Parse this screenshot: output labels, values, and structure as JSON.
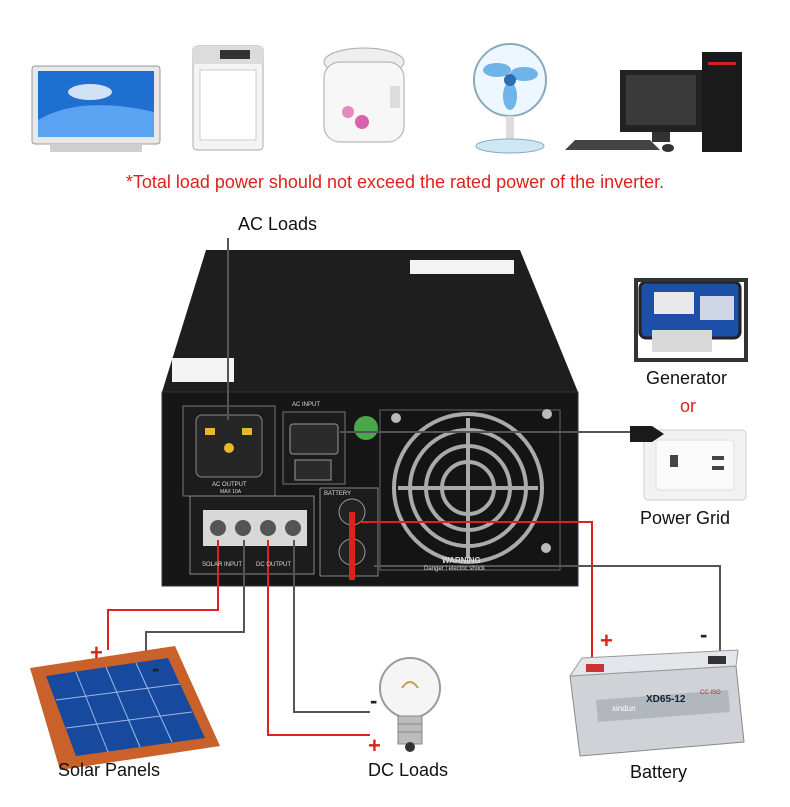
{
  "note": "*Total load power should not exceed the rated power of the inverter.",
  "labels": {
    "ac_loads": "AC Loads",
    "generator": "Generator",
    "or": "or",
    "power_grid": "Power Grid",
    "solar_panels": "Solar Panels",
    "dc_loads": "DC Loads",
    "battery": "Battery"
  },
  "signs": {
    "plus": "+",
    "minus": "-"
  },
  "device_text": {
    "ac_input": "AC INPUT",
    "ac_output": "AC OUTPUT",
    "max_current": "MAX 10A",
    "battery": "BATTERY",
    "solar_input": "SOLAR INPUT",
    "dc_output": "DC OUTPUT",
    "warning": "WARNING",
    "danger": "Danger ! electric shock",
    "battery_brand": "xindun",
    "battery_model": "XD65-12",
    "battery_spec": "CC ISO"
  },
  "colors": {
    "wire_positive": "#e0201c",
    "wire_negative": "#555555",
    "note": "#e0201c"
  },
  "icons": [
    "tv-icon",
    "washing-machine-icon",
    "rice-cooker-icon",
    "fan-icon",
    "desktop-computer-icon",
    "generator-icon",
    "wall-socket-icon",
    "solar-panel-icon",
    "light-bulb-icon",
    "battery-icon",
    "inverter-icon"
  ]
}
